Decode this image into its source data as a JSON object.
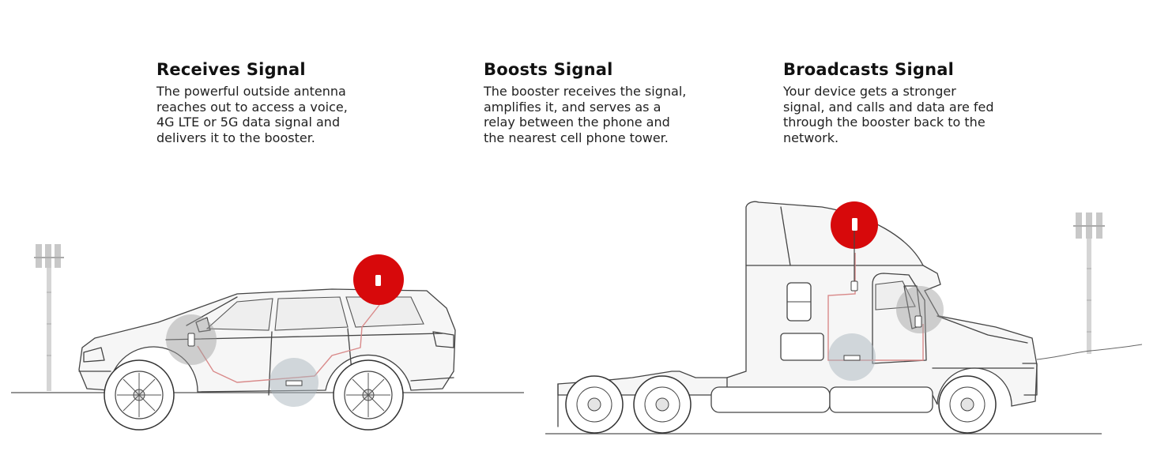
{
  "steps": [
    {
      "heading": "Receives Signal",
      "text": "The powerful outside antenna reaches out to access a voice, 4G LTE or 5G data signal and delivers it to the booster."
    },
    {
      "heading": "Boosts Signal",
      "text": "The booster receives the signal, amplifies it, and serves as a relay between the phone and the nearest cell phone tower."
    },
    {
      "heading": "Broadcasts Signal",
      "text": "Your device gets a stronger signal, and calls and data are fed through the booster back to the network."
    }
  ],
  "colors": {
    "antenna_highlight": "#d7090b",
    "booster_halo": "#a9b5bd",
    "device_halo": "#9c9c9c",
    "cable": "#d98a8a"
  },
  "icons": [
    "cell-tower-icon",
    "suv-icon",
    "semi-truck-icon",
    "antenna-icon",
    "booster-icon",
    "phone-icon"
  ]
}
